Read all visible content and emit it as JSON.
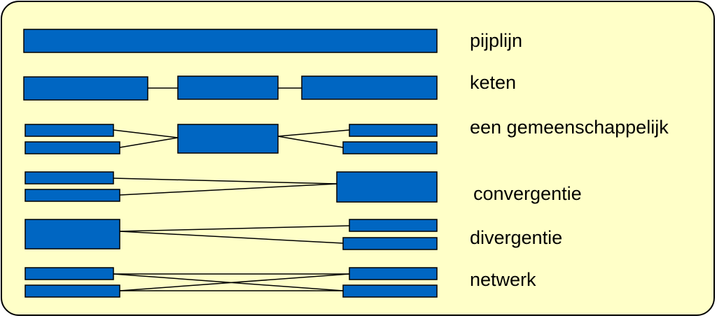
{
  "diagram": {
    "labels": {
      "pipeline": "pijplijn",
      "chain": "keten",
      "shared": "een gemeenschappelijk",
      "convergence": "convergentie",
      "divergence": "divergentie",
      "network": "netwerk"
    },
    "colors": {
      "background": "#ffffc8",
      "box_fill": "#0066c2",
      "stroke": "#000000"
    }
  }
}
